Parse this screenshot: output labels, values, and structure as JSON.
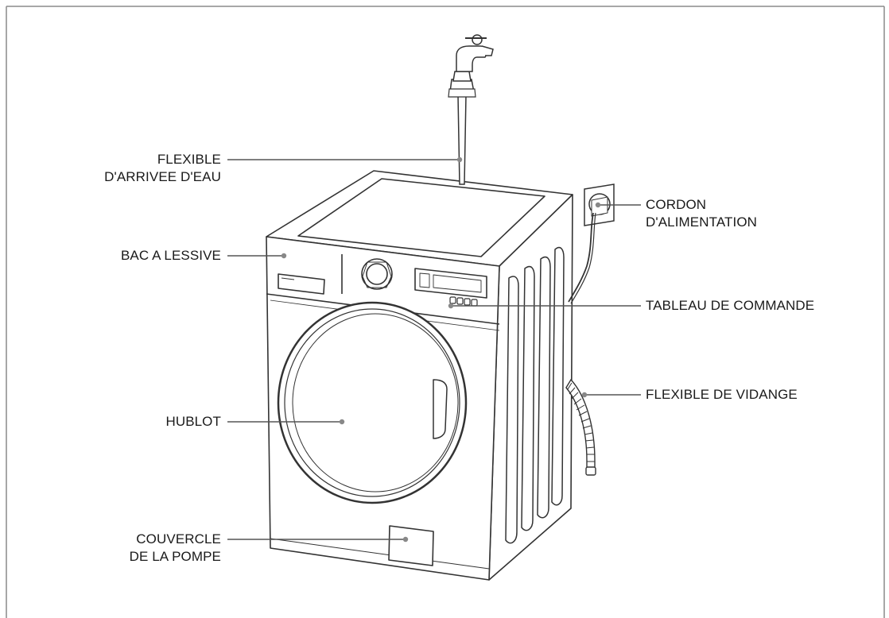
{
  "labels": {
    "flexible_arrivee": [
      "FLEXIBLE",
      "D'ARRIVEE D'EAU"
    ],
    "bac_lessive": [
      "BAC A LESSIVE"
    ],
    "hublot": [
      "HUBLOT"
    ],
    "couvercle_pompe": [
      "COUVERCLE",
      "DE LA POMPE"
    ],
    "cordon_alimentation": [
      "CORDON",
      "D'ALIMENTATION"
    ],
    "tableau_commande": [
      "TABLEAU DE COMMANDE"
    ],
    "flexible_vidange": [
      "FLEXIBLE DE VIDANGE"
    ]
  },
  "colors": {
    "line": "#333333",
    "leader": "#555555",
    "dot": "#888888",
    "frame": "#8a8a8a",
    "body_fill": "#ffffff"
  }
}
